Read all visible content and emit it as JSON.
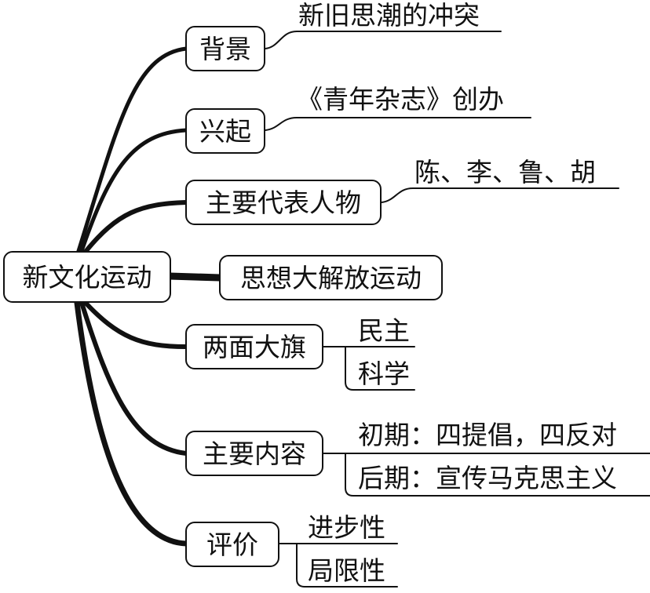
{
  "root": {
    "label": "新文化运动"
  },
  "branches": [
    {
      "label": "背景",
      "items": [
        "新旧思潮的冲突"
      ]
    },
    {
      "label": "兴起",
      "items": [
        "《青年杂志》创办"
      ]
    },
    {
      "label": "主要代表人物",
      "items": [
        "陈、李、鲁、胡"
      ]
    },
    {
      "label": "思想大解放运动",
      "items": []
    },
    {
      "label": "两面大旗",
      "items": [
        "民主",
        "科学"
      ]
    },
    {
      "label": "主要内容",
      "items": [
        "初期：四提倡，四反对",
        "后期：宣传马克思主义"
      ]
    },
    {
      "label": "评价",
      "items": [
        "进步性",
        "局限性"
      ]
    }
  ]
}
